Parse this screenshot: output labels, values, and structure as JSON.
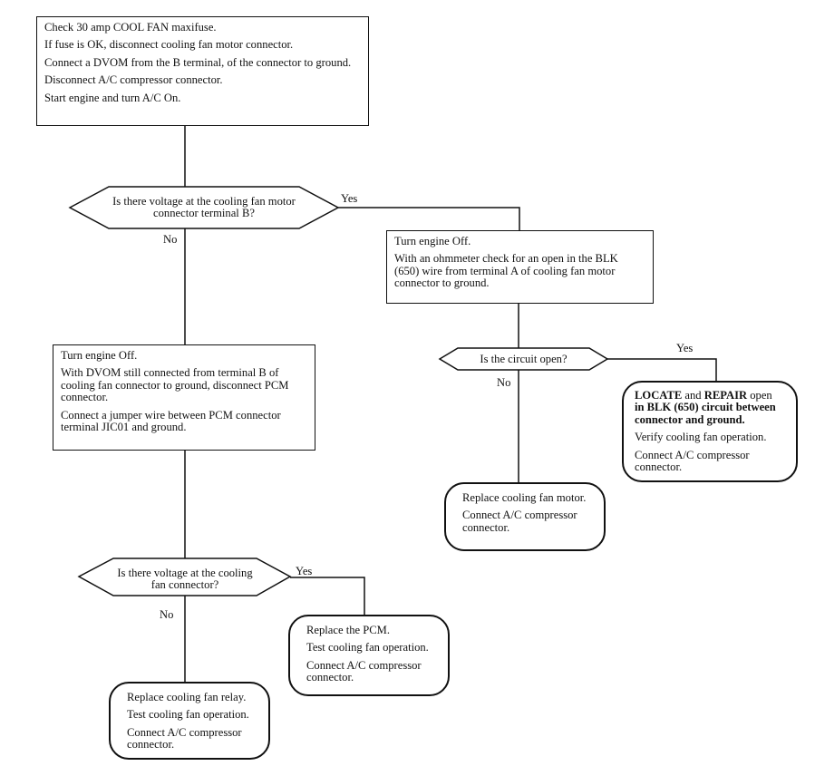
{
  "steps": {
    "check_fuse": [
      "Check 30 amp COOL FAN maxifuse.",
      "If fuse is OK, disconnect cooling fan motor connector.",
      "Connect a DVOM from the B terminal, of the connector to ground.",
      "Disconnect A/C compressor connector.",
      "Start engine and turn A/C On."
    ],
    "check_ground": [
      "Turn engine Off.",
      "With an ohmmeter check for an open in the BLK (650) wire from terminal A of cooling fan motor connector to ground."
    ],
    "check_pcm": [
      "Turn engine Off.",
      "With DVOM still connected from terminal B of cooling fan connector to ground, disconnect PCM connector.",
      "Connect a jumper wire between PCM connector terminal JIC01 and ground."
    ]
  },
  "decisions": {
    "d1": "Is there voltage at the cooling fan motor connector terminal B?",
    "d2": "Is the circuit open?",
    "d3": "Is there voltage at the cooling fan connector?"
  },
  "branch_labels": {
    "yes": "Yes",
    "no": "No"
  },
  "results": {
    "repair_blk": {
      "line1_pre": "LOCATE",
      "line1_mid": " and ",
      "line1_post": "REPAIR",
      "line1_tail": " open",
      "line2_bold": "in BLK (650) circuit between connector and ground.",
      "line3": "Verify cooling fan operation.",
      "line4": "Connect A/C compressor connector."
    },
    "replace_motor": [
      "Replace cooling fan motor.",
      "Connect A/C compressor connector."
    ],
    "replace_pcm": [
      "Replace the PCM.",
      "Test cooling fan operation.",
      "Connect A/C compressor connector."
    ],
    "replace_relay": [
      "Replace cooling fan relay.",
      "Test cooling fan operation.",
      "Connect A/C compressor connector."
    ]
  }
}
